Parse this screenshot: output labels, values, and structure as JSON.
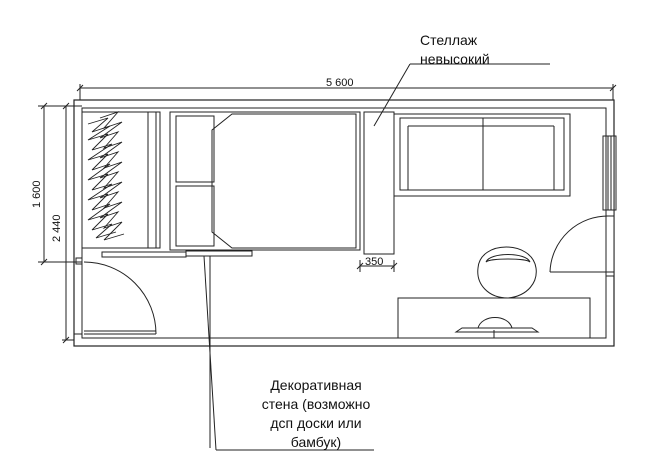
{
  "labels": {
    "shelf": "Стеллаж\nневысокий",
    "decor_wall": "Декоративная\nстена (возможно\nдсп доски или\nбамбук)"
  },
  "dimensions": {
    "length": "5 600",
    "width_small": "1 600",
    "width_full": "2 440",
    "gap": "350"
  },
  "colors": {
    "line": "#222222",
    "wall_fill": "#ffffff",
    "background": "#ffffff"
  }
}
